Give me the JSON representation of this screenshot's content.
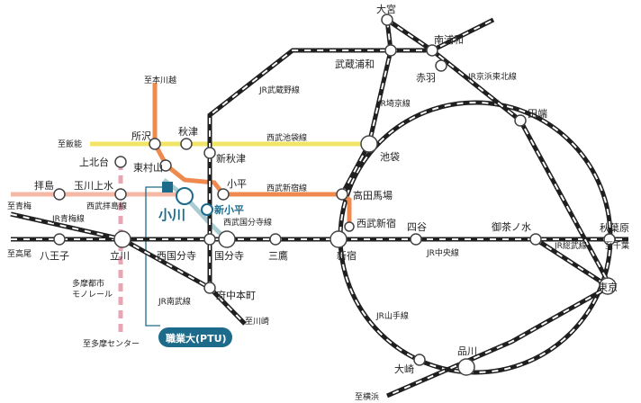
{
  "colors": {
    "jr": "#1f1f1f",
    "seibu_ikebukuro": "#f1e467",
    "seibu_shinjuku": "#ef8a4f",
    "seibu_kokubunji": "#a9ccd3",
    "seibu_haijima": "#f4b8a4",
    "monorail": "#e8a5b4",
    "campus": "#1d6b8a",
    "station_stroke": "#444444"
  },
  "stations": {
    "omiya": "大宮",
    "minami_urawa": "南浦和",
    "musashi_urawa": "武蔵浦和",
    "akabane": "赤羽",
    "tabata": "田端",
    "ikebukuro": "池袋",
    "takadanobaba": "高田馬場",
    "seibu_shinjuku": "西武新宿",
    "shinjuku": "新宿",
    "yotsuya": "四谷",
    "ochanomizu": "御茶ノ水",
    "akihabara": "秋葉原",
    "tokyo": "東京",
    "shinagawa": "品川",
    "osaki": "大崎",
    "tokorozawa": "所沢",
    "akitsu": "秋津",
    "shin_akitsu": "新秋津",
    "higashimurayama": "東村山",
    "kodaira": "小平",
    "kamikitadai": "上北台",
    "haijima": "拝島",
    "tamagawajosui": "玉川上水",
    "ogawa": "小川",
    "shin_kodaira": "新小平",
    "hachioji": "八王子",
    "tachikawa": "立川",
    "nishikokubunji": "西国分寺",
    "kokubunji": "国分寺",
    "mitaka": "三鷹",
    "fuchu_hommachi": "府中本町"
  },
  "lines": {
    "jr_musashino": "JR武蔵野線",
    "jr_keihin_tohoku": "JR京浜東北線",
    "jr_saikyo": "JR埼京線",
    "seibu_ikebukuro": "西武池袋線",
    "seibu_shinjuku": "西武新宿線",
    "seibu_kokubunji": "西武国分寺線",
    "seibu_haijima": "西武拝島線",
    "jr_ome": "JR青梅線",
    "jr_chuo": "JR中央線",
    "jr_sobu": "JR総武線",
    "jr_nambu": "JR南武線",
    "jr_yamanote": "JR山手線",
    "tama_monorail": "多摩都市\nモノレール"
  },
  "directions": {
    "to_honkawagoe": "至本川越",
    "to_hanno": "至飯能",
    "to_ome": "至青梅",
    "to_takao": "至高尾",
    "to_kawasaki": "至川崎",
    "to_tama_center": "至多摩センター",
    "to_chiba": "至千葉",
    "to_yokohama": "至横浜"
  },
  "campus": {
    "label": "職業大(PTU)"
  },
  "icons": {
    "campus_marker": "square-marker-icon"
  }
}
